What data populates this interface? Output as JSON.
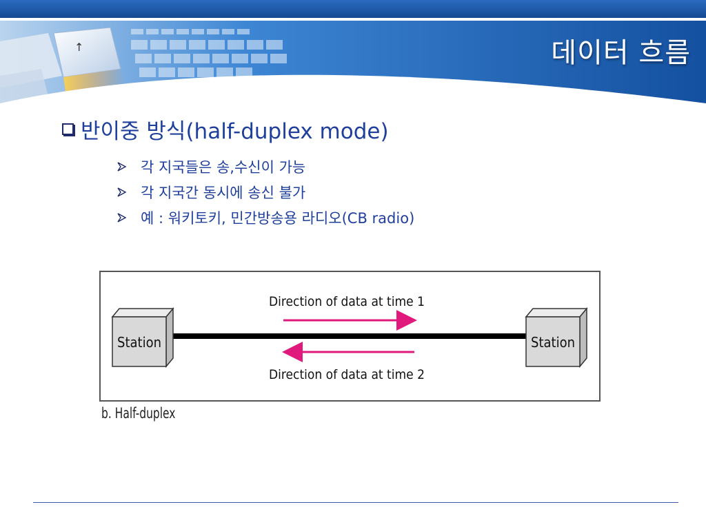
{
  "slide": {
    "title": "데이터 흐름",
    "heading": "반이중 방식(half-duplex mode)",
    "bullets": [
      "각 지국들은 송,수신이 가능",
      "각 지국간 동시에 송신 불가",
      "예 : 워키토키, 민간방송용 라디오(CB radio)"
    ],
    "icons": {
      "heading": "checkbox-icon",
      "bullet": "arrow-bullet-icon"
    }
  },
  "diagram": {
    "station_left": "Station",
    "station_right": "Station",
    "label_time1": "Direction of data at time 1",
    "label_time2": "Direction of data at time 2",
    "caption": "b. Half-duplex",
    "arrow_color": "#e0197d"
  },
  "colors": {
    "banner": "#1c5ba8",
    "text_accent": "#1f3f9c",
    "footer_line": "#3b5aa8"
  }
}
